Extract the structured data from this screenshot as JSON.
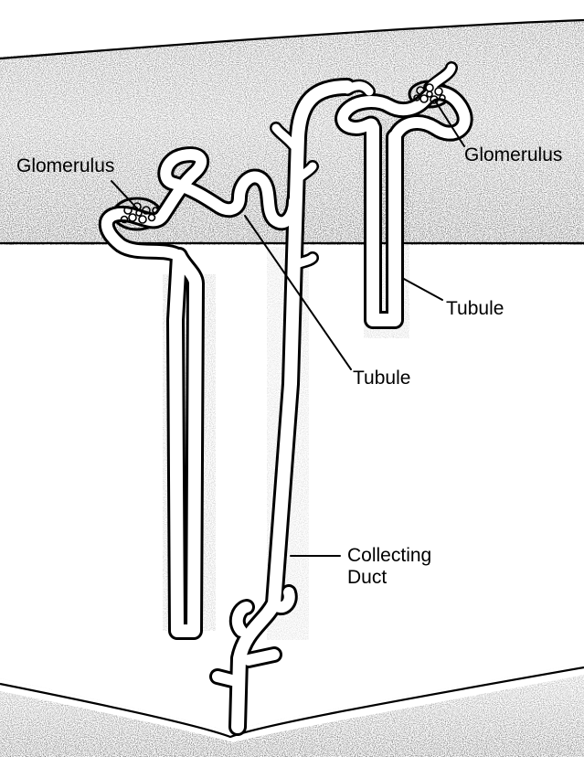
{
  "labels": {
    "glomerulus_left": "Glomerulus",
    "glomerulus_right": "Glomerulus",
    "tubule_right": "Tubule",
    "tubule_center": "Tubule",
    "collecting_duct_line1": "Collecting",
    "collecting_duct_line2": "Duct"
  },
  "colors": {
    "ink": "#000000",
    "paper": "#ffffff",
    "stipple": "#8a8a8a"
  }
}
